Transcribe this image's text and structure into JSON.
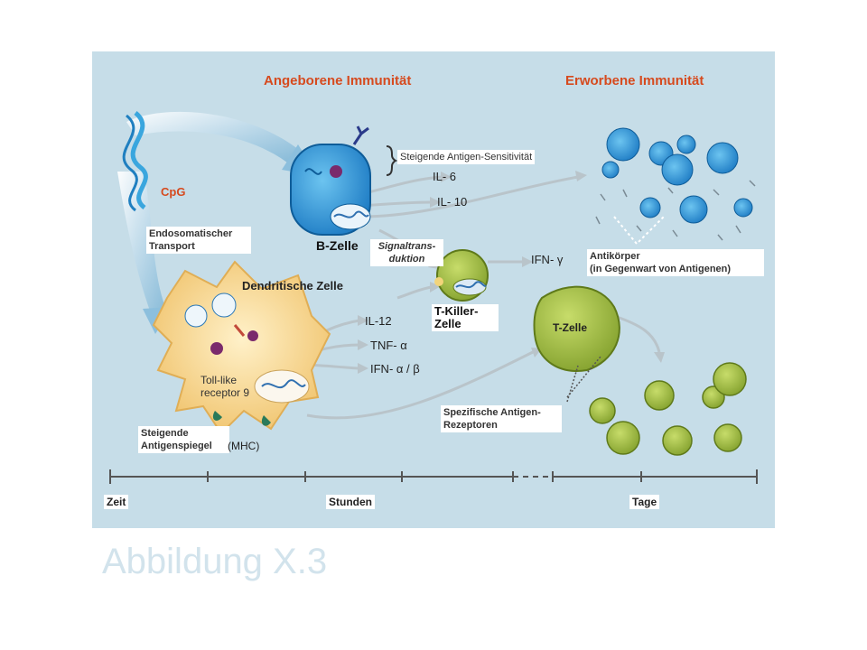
{
  "headings": {
    "innate": "Angeborene Immunität",
    "acquired": "Erworbene Immunität"
  },
  "labels": {
    "cpg": "CpG",
    "endosomal_1": "Endosomatischer",
    "endosomal_2": "Transport",
    "b_cell": "B-Zelle",
    "signal_1": "Signaltrans-",
    "signal_2": "duktion",
    "sensitivity": "Steigende Antigen-Sensitivität",
    "il6": "IL- 6",
    "il10": "IL- 10",
    "ifn_gamma": "IFN- γ",
    "antibodies_1": "Antikörper",
    "antibodies_2": "(in Gegenwart von Antigenen)",
    "dendritic": "Dendritische Zelle",
    "t_killer_1": "T-Killer-",
    "t_killer_2": "Zelle",
    "t_cell": "T-Zelle",
    "il12": "IL-12",
    "tnf": "TNF- α",
    "ifn_ab": "IFN- α / β",
    "toll_1": "Toll-like",
    "toll_2": "receptor 9",
    "antigen_level_1": "Steigende",
    "antigen_level_2": "Antigenspiegel",
    "mhc": "(MHC)",
    "specific_1": "Spezifische Antigen-",
    "specific_2": "Rezeptoren"
  },
  "timeline": {
    "time": "Zeit",
    "hours": "Stunden",
    "days": "Tage"
  },
  "caption": "Abbildung X.3",
  "colors": {
    "panel": "#c6dde8",
    "heading": "#d64a1e",
    "b_cell": "#1e8ed0",
    "dendritic": "#f5d48a",
    "t_cell": "#9bb83a",
    "caption": "#d2e3ec"
  }
}
